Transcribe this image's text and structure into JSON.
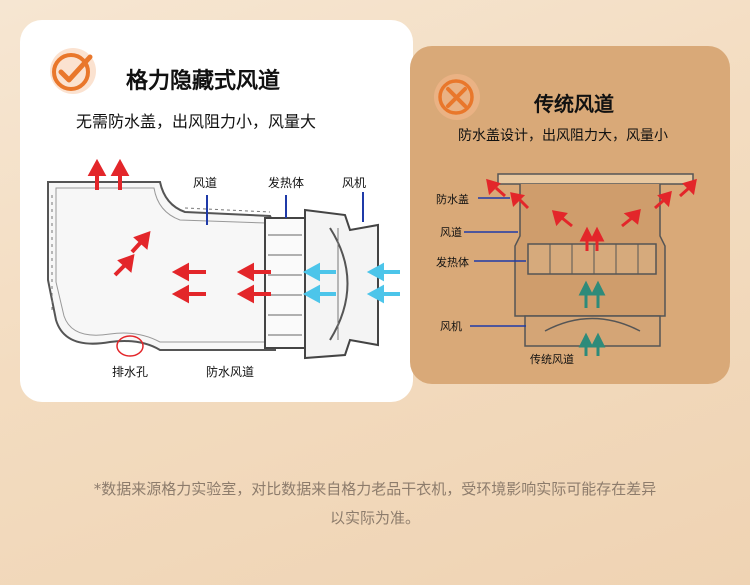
{
  "left_panel": {
    "title": "格力隐藏式风道",
    "subtitle": "无需防水盖，出风阻力小，风量大",
    "labels": {
      "duct": "风道",
      "heater": "发热体",
      "fan": "风机",
      "drain_hole": "排水孔",
      "waterproof_duct": "防水风道"
    }
  },
  "right_panel": {
    "title": "传统风道",
    "subtitle": "防水盖设计，出风阻力大，风量小",
    "labels": {
      "waterproof_cover": "防水盖",
      "duct": "风道",
      "heater": "发热体",
      "fan": "风机",
      "traditional_duct": "传统风道"
    }
  },
  "footnote": {
    "line1": "*数据来源格力实验室，对比数据来自格力老品干衣机，受环境影响实际可能存在差异",
    "line2": "以实际为准。"
  },
  "icons": {
    "check": "check-circle-icon",
    "cross": "cross-circle-icon"
  },
  "colors": {
    "accent_orange": "#e9772b",
    "hot_arrow": "#e3262a",
    "cool_arrow": "#4cc5ea",
    "green_arrow": "#2e8b7a",
    "right_panel_bg": "#d9a978"
  }
}
